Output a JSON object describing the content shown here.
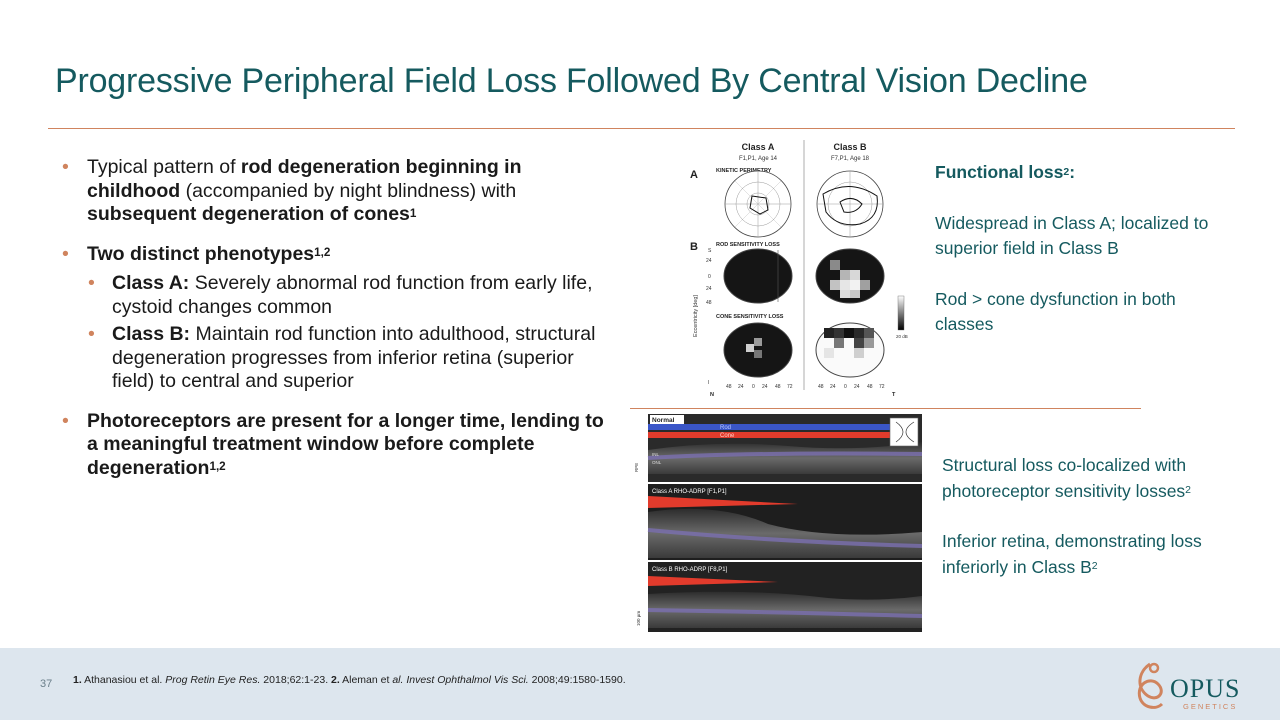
{
  "slide": {
    "title": "Progressive Peripheral Field Loss Followed By Central Vision Decline",
    "page_number": "37"
  },
  "bullets": {
    "b1": {
      "t1": "Typical pattern of ",
      "b1": "rod degeneration beginning in childhood",
      "t2": " (accompanied by night blindness) with ",
      "b2": "subsequent degeneration of cones",
      "sup": "1"
    },
    "b2": {
      "b": "Two distinct phenotypes",
      "sup": "1,2"
    },
    "sub1": {
      "b": "Class A:",
      "t": " Severely abnormal rod function from early life, cystoid changes common"
    },
    "sub2": {
      "b": "Class B:",
      "t": " Maintain rod function into adulthood, structural degeneration progresses from inferior retina (superior field) to central and superior"
    },
    "b3": {
      "b": "Photoreceptors are present for a longer time, lending to a meaningful treatment window before complete degeneration",
      "sup": "1,2"
    }
  },
  "figure_a": {
    "class_a": "Class A",
    "class_a_sub": "F1,P1, Age 14",
    "class_b": "Class B",
    "class_b_sub": "F7,P1, Age 18",
    "panel_a": "A",
    "panel_b": "B",
    "kinetic": "KINETIC PERIMETRY",
    "rod": "ROD SENSITIVITY LOSS",
    "cone": "CONE SENSITIVITY LOSS",
    "ylabel": "Eccentricity [deg]",
    "scale_label": "20 dB",
    "ticks_y": [
      "S",
      "24",
      "0",
      "24",
      "48",
      "I"
    ],
    "ticks_x1": [
      "48",
      "24",
      "0",
      "24",
      "48",
      "72"
    ],
    "ticks_x2": [
      "48",
      "24",
      "0",
      "24",
      "48",
      "72"
    ],
    "n": "N",
    "t": "T"
  },
  "figure_b": {
    "normal": "Normal",
    "rod": "Rod",
    "cone": "Cone",
    "rpe": "RPE",
    "inl": "INL",
    "onl": "ONL",
    "class_a_label": "Class A RHO-ADRP [F1,P1]",
    "class_b_label": "Class B RHO-ADRP [F8,P1]",
    "scale": "100 µm"
  },
  "notes": {
    "n1_title": "Functional loss",
    "n1_sup": "2",
    "n1_colon": ":",
    "n1_p1": "Widespread in Class A; localized to superior field in Class B",
    "n1_p2": "Rod > cone dysfunction in both classes",
    "n2_p1": "Structural loss co-localized with photoreceptor sensitivity losses",
    "n2_p1_sup": "2",
    "n2_p2": "Inferior retina, demonstrating loss inferiorly in Class B",
    "n2_p2_sup": "2"
  },
  "footer": {
    "ref1_num": "1.",
    "ref1_text": " Athanasiou et al. ",
    "ref1_journal": "Prog Retin Eye Res.",
    "ref1_rest": " 2018;62:1-23. ",
    "ref2_num": "2.",
    "ref2_text": " Aleman et ",
    "ref2_journal": "al. Invest Ophthalmol Vis Sci.",
    "ref2_rest": " 2008;49:1580-1590."
  },
  "logo": {
    "word": "OPUS",
    "sub": "GENETICS"
  },
  "colors": {
    "title": "#155a5f",
    "accent": "#d0845e",
    "footer_bg": "#dde6ee"
  }
}
